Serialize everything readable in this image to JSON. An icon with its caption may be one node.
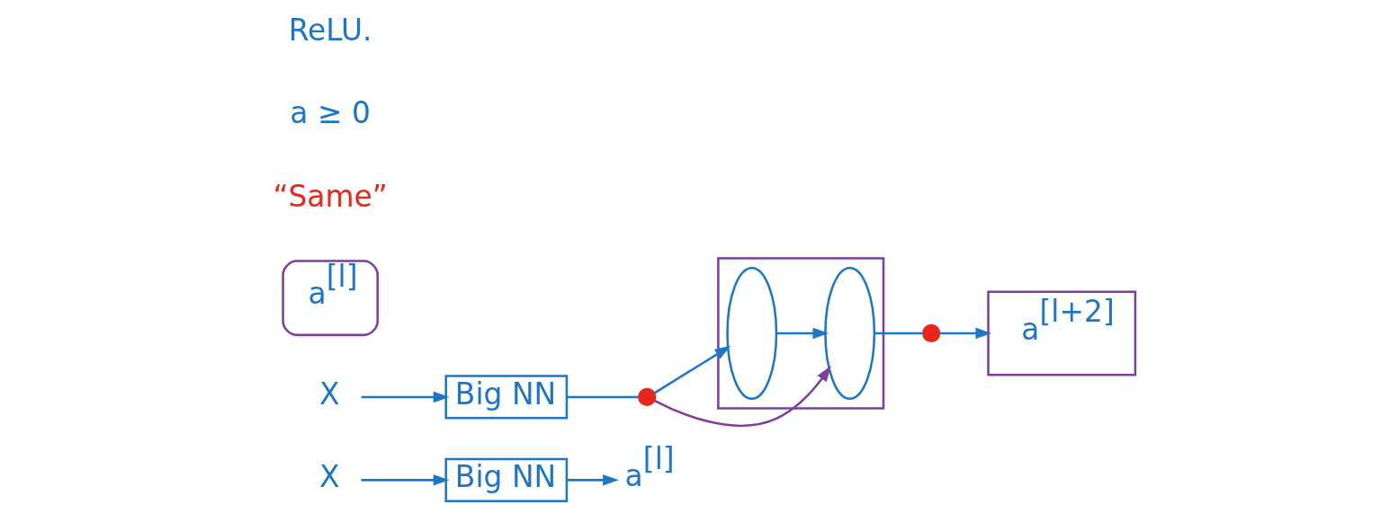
{
  "diagram": {
    "nodes": [
      {
        "text": [
          "X"
        ]
      },
      {
        "text": [
          "Big NN"
        ]
      },
      {
        "text": [
          "a$^{[l]}$"
        ]
      },
      {
        "text": [
          "X"
        ]
      },
      {
        "text": [
          "Big NN"
        ]
      },
      {
        "text": [
          "a$^{[l]}$"
        ]
      },
      {
        "text": [],
        "shape": "circle"
      },
      {
        "text": [],
        "shape": "box"
      },
      {
        "text": [],
        "shape": "ellipse",
        "in": 7
      },
      {
        "text": [],
        "shape": "ellipse",
        "in": 7
      },
      {
        "text": [],
        "shape": "circle"
      },
      {
        "text": [
          "a$^{[l+2]}$"
        ]
      }
    ],
    "edges": [
      {
        "from": 0,
        "to": 1,
        "arrow": "to"
      },
      {
        "from": 1,
        "to": 2,
        "arrow": "to"
      },
      {
        "from": 3,
        "to": 4,
        "arrow": "to"
      },
      {
        "from": 4,
        "to": 6,
        "arrow": "none"
      },
      {
        "from": 6,
        "to": 8,
        "arrow": "to"
      },
      {
        "from": 8,
        "to": 9,
        "arrow": "to"
      },
      {
        "from": 9,
        "to": 10,
        "arrow": "none"
      },
      {
        "from": 10,
        "to": 11,
        "arrow": "to"
      },
      {
        "from": 6,
        "to": 9,
        "arrow": "to",
        "color": "#7b3fa0"
      }
    ],
    "labels": [
      "ReLU.",
      "a ≥ 0",
      "“Same”"
    ]
  }
}
